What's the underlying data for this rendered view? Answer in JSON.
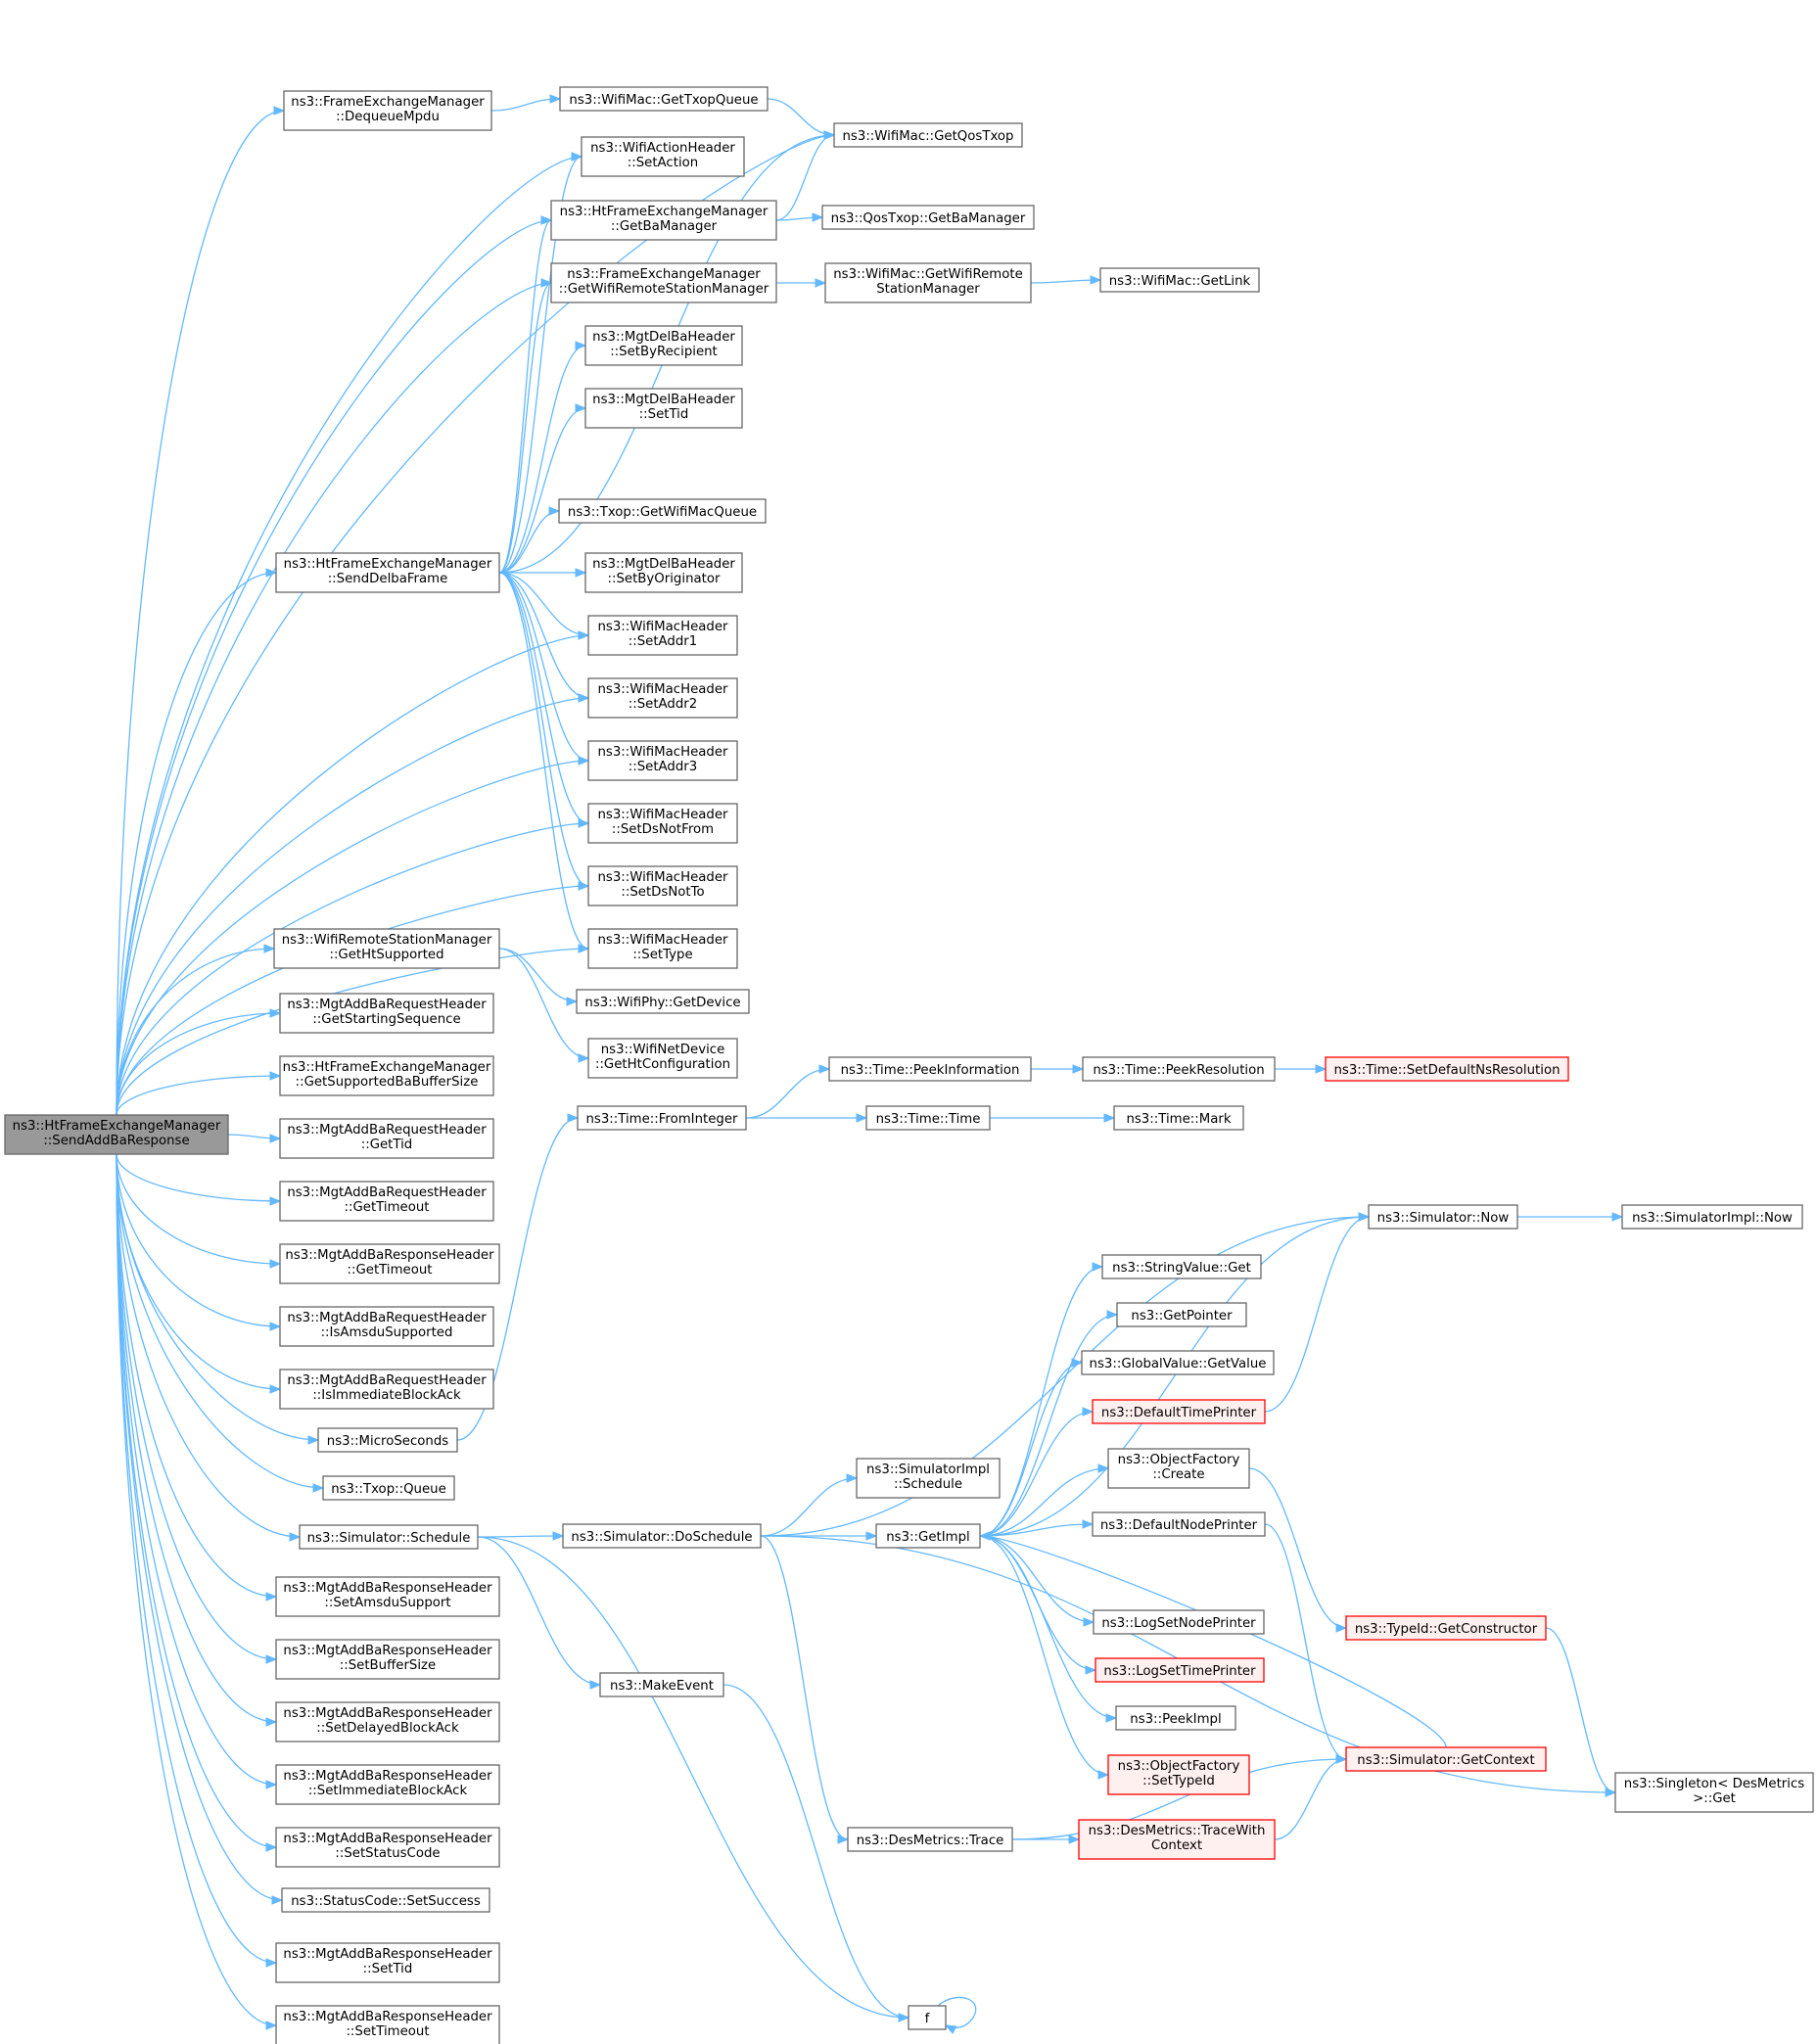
{
  "colors": {
    "edge": "#63b8ff",
    "root_fill": "#999999",
    "node_border": "#666666",
    "missing_border": "#ff0000",
    "missing_fill": "#fff0f0"
  },
  "nodes": {
    "root": [
      "ns3::HtFrameExchangeManager",
      "::SendAddBaResponse"
    ],
    "dequeueMpdu": [
      "ns3::FrameExchangeManager",
      "::DequeueMpdu"
    ],
    "getTxopQueue": [
      "ns3::WifiMac::GetTxopQueue"
    ],
    "getQosTxop": [
      "ns3::WifiMac::GetQosTxop"
    ],
    "setAction": [
      "ns3::WifiActionHeader",
      "::SetAction"
    ],
    "getBaManager": [
      "ns3::HtFrameExchangeManager",
      "::GetBaManager"
    ],
    "qosGetBaManager": [
      "ns3::QosTxop::GetBaManager"
    ],
    "getWifiRsm": [
      "ns3::FrameExchangeManager",
      "::GetWifiRemoteStationManager"
    ],
    "macGetWifiRsm": [
      "ns3::WifiMac::GetWifiRemote",
      "StationManager"
    ],
    "getLink": [
      "ns3::WifiMac::GetLink"
    ],
    "setByRecipient": [
      "ns3::MgtDelBaHeader",
      "::SetByRecipient"
    ],
    "delbaSetTid": [
      "ns3::MgtDelBaHeader",
      "::SetTid"
    ],
    "getWifiMacQueue": [
      "ns3::Txop::GetWifiMacQueue"
    ],
    "sendDelbaFrame": [
      "ns3::HtFrameExchangeManager",
      "::SendDelbaFrame"
    ],
    "setByOriginator": [
      "ns3::MgtDelBaHeader",
      "::SetByOriginator"
    ],
    "setAddr1": [
      "ns3::WifiMacHeader",
      "::SetAddr1"
    ],
    "setAddr2": [
      "ns3::WifiMacHeader",
      "::SetAddr2"
    ],
    "setAddr3": [
      "ns3::WifiMacHeader",
      "::SetAddr3"
    ],
    "setDsNotFrom": [
      "ns3::WifiMacHeader",
      "::SetDsNotFrom"
    ],
    "setDsNotTo": [
      "ns3::WifiMacHeader",
      "::SetDsNotTo"
    ],
    "setType": [
      "ns3::WifiMacHeader",
      "::SetType"
    ],
    "getHtSupported": [
      "ns3::WifiRemoteStationManager",
      "::GetHtSupported"
    ],
    "getDevice": [
      "ns3::WifiPhy::GetDevice"
    ],
    "getHtConfig": [
      "ns3::WifiNetDevice",
      "::GetHtConfiguration"
    ],
    "getStartingSeq": [
      "ns3::MgtAddBaRequestHeader",
      "::GetStartingSequence"
    ],
    "getSupBaBuf": [
      "ns3::HtFrameExchangeManager",
      "::GetSupportedBaBufferSize"
    ],
    "reqGetTid": [
      "ns3::MgtAddBaRequestHeader",
      "::GetTid"
    ],
    "reqGetTimeout": [
      "ns3::MgtAddBaRequestHeader",
      "::GetTimeout"
    ],
    "respGetTimeout": [
      "ns3::MgtAddBaResponseHeader",
      "::GetTimeout"
    ],
    "isAmsdu": [
      "ns3::MgtAddBaRequestHeader",
      "::IsAmsduSupported"
    ],
    "isImmediate": [
      "ns3::MgtAddBaRequestHeader",
      "::IsImmediateBlockAck"
    ],
    "microSeconds": [
      "ns3::MicroSeconds"
    ],
    "txopQueue": [
      "ns3::Txop::Queue"
    ],
    "simSchedule": [
      "ns3::Simulator::Schedule"
    ],
    "setAmsdu": [
      "ns3::MgtAddBaResponseHeader",
      "::SetAmsduSupport"
    ],
    "setBufferSize": [
      "ns3::MgtAddBaResponseHeader",
      "::SetBufferSize"
    ],
    "setDelayed": [
      "ns3::MgtAddBaResponseHeader",
      "::SetDelayedBlockAck"
    ],
    "setImmediate": [
      "ns3::MgtAddBaResponseHeader",
      "::SetImmediateBlockAck"
    ],
    "setStatusCode": [
      "ns3::MgtAddBaResponseHeader",
      "::SetStatusCode"
    ],
    "setSuccess": [
      "ns3::StatusCode::SetSuccess"
    ],
    "respSetTid": [
      "ns3::MgtAddBaResponseHeader",
      "::SetTid"
    ],
    "respSetTimeout": [
      "ns3::MgtAddBaResponseHeader",
      "::SetTimeout"
    ],
    "fromInteger": [
      "ns3::Time::FromInteger"
    ],
    "peekInfo": [
      "ns3::Time::PeekInformation"
    ],
    "peekRes": [
      "ns3::Time::PeekResolution"
    ],
    "setDefNsRes": [
      "ns3::Time::SetDefaultNsResolution"
    ],
    "timeTime": [
      "ns3::Time::Time"
    ],
    "timeMark": [
      "ns3::Time::Mark"
    ],
    "simNow": [
      "ns3::Simulator::Now"
    ],
    "implNow": [
      "ns3::SimulatorImpl::Now"
    ],
    "stringGet": [
      "ns3::StringValue::Get"
    ],
    "getPointer": [
      "ns3::GetPointer"
    ],
    "globalGetValue": [
      "ns3::GlobalValue::GetValue"
    ],
    "defTimePrinter": [
      "ns3::DefaultTimePrinter"
    ],
    "implSchedule": [
      "ns3::SimulatorImpl",
      "::Schedule"
    ],
    "objFactCreate": [
      "ns3::ObjectFactory",
      "::Create"
    ],
    "doSchedule": [
      "ns3::Simulator::DoSchedule"
    ],
    "getImpl": [
      "ns3::GetImpl"
    ],
    "defNodePrinter": [
      "ns3::DefaultNodePrinter"
    ],
    "getConstructor": [
      "ns3::TypeId::GetConstructor"
    ],
    "logSetNode": [
      "ns3::LogSetNodePrinter"
    ],
    "logSetTime": [
      "ns3::LogSetTimePrinter"
    ],
    "makeEvent": [
      "ns3::MakeEvent"
    ],
    "peekImpl": [
      "ns3::PeekImpl"
    ],
    "setTypeId": [
      "ns3::ObjectFactory",
      "::SetTypeId"
    ],
    "getContext": [
      "ns3::Simulator::GetContext"
    ],
    "singletonGet": [
      "ns3::Singleton< DesMetrics",
      ">::Get"
    ],
    "desTrace": [
      "ns3::DesMetrics::Trace"
    ],
    "traceWithCtx": [
      "ns3::DesMetrics::TraceWith",
      "Context"
    ],
    "f": [
      "f"
    ]
  }
}
